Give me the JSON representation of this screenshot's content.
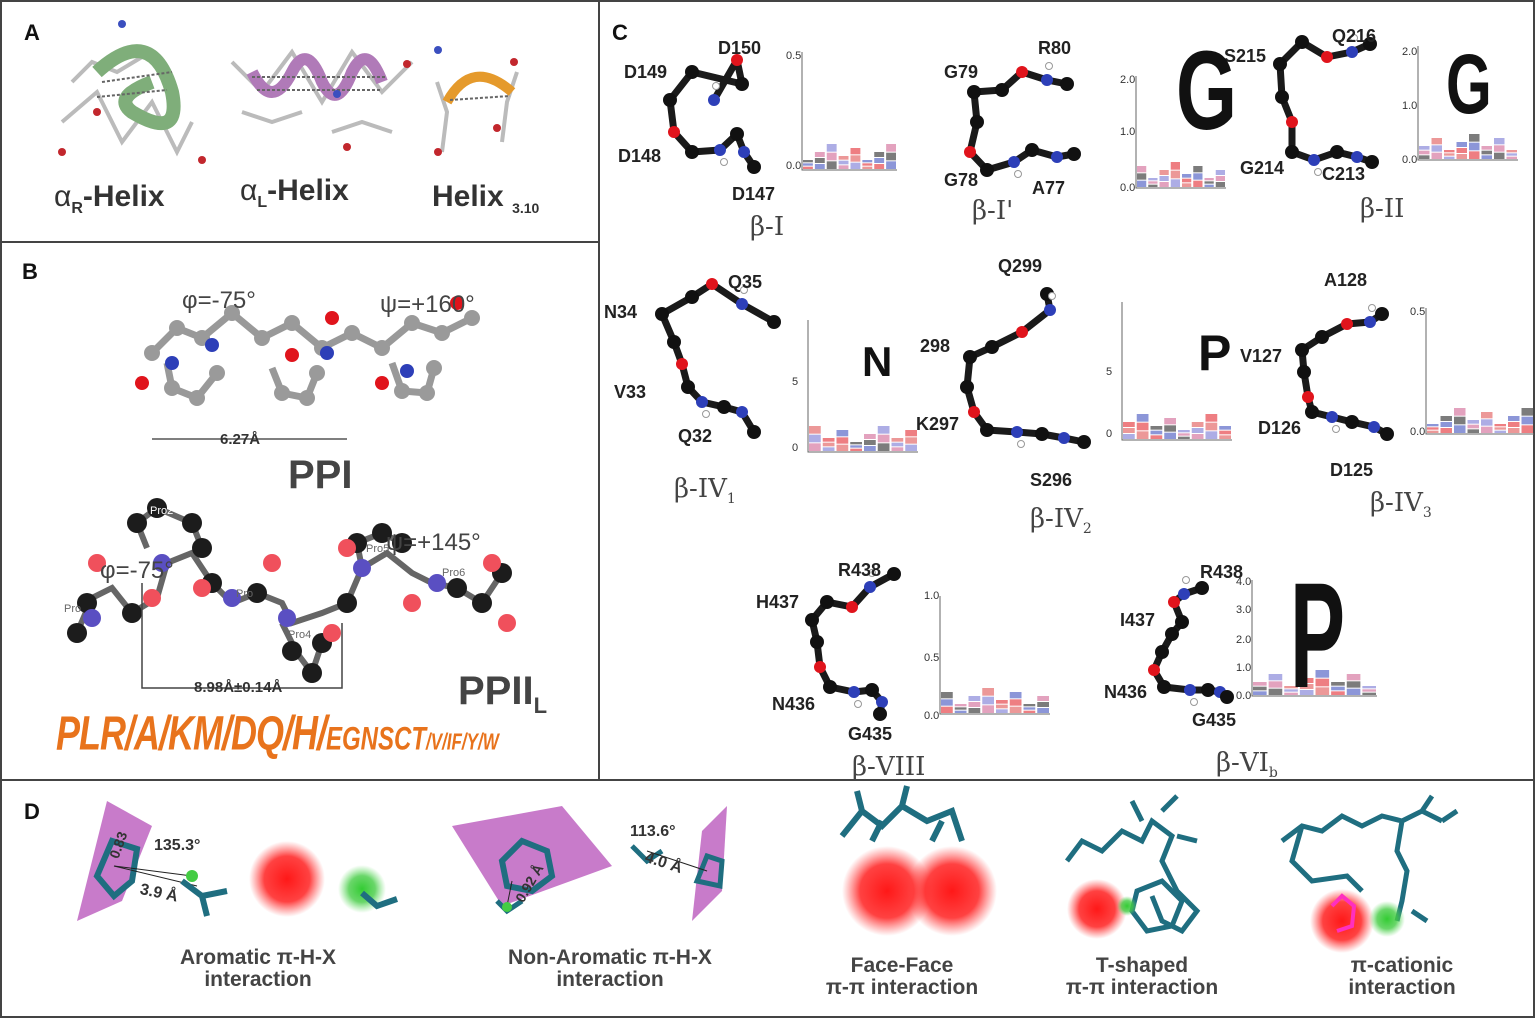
{
  "panels": {
    "a": "A",
    "b": "B",
    "c": "C",
    "d": "D"
  },
  "panel_a": {
    "alpha_r": {
      "greek": "α",
      "sub": "R",
      "suffix": "-Helix"
    },
    "alpha_l": {
      "greek": "α",
      "sub": "L",
      "suffix": "-Helix"
    },
    "helix310": {
      "main": "Helix",
      "sub": "3.10"
    },
    "colors": {
      "alpha_r_ribbon": "#7fae7a",
      "alpha_l_ribbon": "#b07ab8",
      "helix310_ribbon": "#e59a2c"
    }
  },
  "panel_b": {
    "ppi": {
      "phi": "φ=-75°",
      "psi": "ψ=+160°",
      "distance": "6.27Å",
      "label": "PPI"
    },
    "ppii": {
      "phi": "φ=-75°",
      "psi": "ψ=+145°",
      "distance": "8.98Å±0.14Å",
      "label": "PPII",
      "label_sub": "L",
      "atoms": [
        "Pro2",
        "Pro",
        "Pro",
        "Pro4",
        "Pro5",
        "Pro6"
      ]
    },
    "sequence": {
      "large": "PLR/A/KM/DQ/H/",
      "medium": "EGNSCT",
      "small": "/V/IF/Y/W",
      "color": "#e8731c"
    }
  },
  "panel_c": {
    "motifs": [
      {
        "name": "β-I",
        "residues": [
          "D150",
          "D149",
          "D148",
          "D147"
        ],
        "logo_ticks": [
          "0.5",
          "0.0"
        ]
      },
      {
        "name": "β-I'",
        "residues": [
          "R80",
          "G79",
          "G78",
          "A77"
        ],
        "logo_ticks": [
          "2.0",
          "1.0",
          "0.0"
        ],
        "logo_letter": "G"
      },
      {
        "name": "β-II",
        "residues": [
          "S215",
          "Q216",
          "G214",
          "C213"
        ],
        "logo_ticks": [
          "2.0",
          "1.0",
          "0.0"
        ],
        "logo_letter": "G"
      },
      {
        "name": "β-IV",
        "sub": "1",
        "residues": [
          "N34",
          "Q35",
          "V33",
          "Q32"
        ],
        "logo_ticks": [
          "5",
          "0"
        ],
        "logo_letter": "N"
      },
      {
        "name": "β-IV",
        "sub": "2",
        "residues": [
          "Q299",
          "298",
          "K297",
          "S296"
        ],
        "logo_ticks": [
          "5",
          "0"
        ],
        "logo_letter": "P"
      },
      {
        "name": "β-IV",
        "sub": "3",
        "residues": [
          "A128",
          "V127",
          "D126",
          "D125"
        ],
        "logo_ticks": [
          "0.5",
          "0.0"
        ]
      },
      {
        "name": "β-VIII",
        "residues": [
          "R438",
          "H437",
          "N436",
          "G435"
        ],
        "logo_ticks": [
          "1.0",
          "0.5",
          "0.0"
        ]
      },
      {
        "name": "β-VI",
        "sub": "b",
        "residues": [
          "R438",
          "I437",
          "N436",
          "G435"
        ],
        "logo_ticks": [
          "4.0",
          "3.0",
          "2.0",
          "1.0",
          "0.0"
        ],
        "logo_letter": "P"
      }
    ]
  },
  "panel_d": {
    "items": [
      {
        "line1": "Aromatic π-H-X",
        "line2": "interaction",
        "measures": [
          "135.3°",
          "0.83",
          "3.9 Å"
        ]
      },
      {
        "line1": "Non-Aromatic π-H-X",
        "line2": "interaction",
        "measures": [
          "113.6°",
          "0.92 Å",
          "4.0 Å"
        ]
      },
      {
        "line1": "Face-Face",
        "line2": "π-π interaction"
      },
      {
        "line1": "T-shaped",
        "line2": "π-π interaction"
      },
      {
        "line1": "π-cationic",
        "line2": "interaction"
      }
    ],
    "colors": {
      "plane": "#b64fb8",
      "stick": "#1f6e80",
      "ring_glow": "#ff2020",
      "cation_glow": "#33cc33"
    }
  }
}
